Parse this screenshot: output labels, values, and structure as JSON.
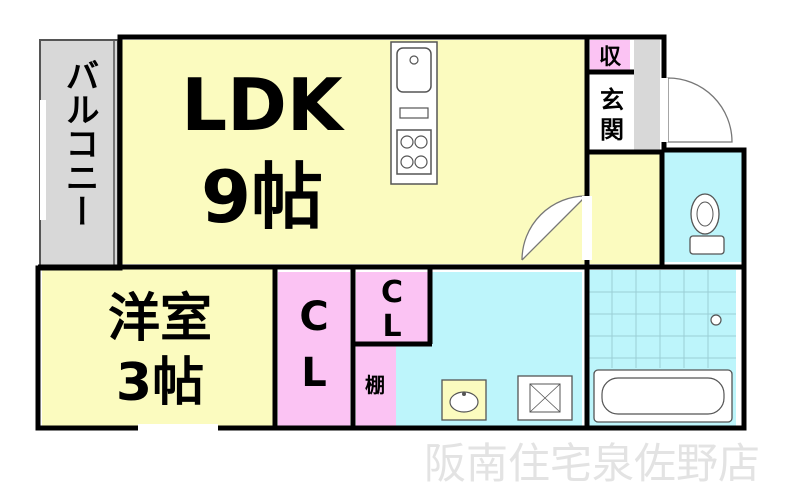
{
  "colors": {
    "ldk": "#fbfbbf",
    "western_room": "#fbfbbf",
    "closet": "#fbc3f3",
    "wet_area": "#bdf5fb",
    "balcony": "#d8d8d8",
    "wall": "#000000"
  },
  "rooms": {
    "ldk": {
      "name": "LDK",
      "size": "9帖"
    },
    "western_room": {
      "name": "洋室",
      "size": "3帖"
    },
    "balcony": {
      "name": "バルコニー"
    },
    "storage": {
      "name": "収"
    },
    "entrance": {
      "name": "玄関"
    },
    "closet_1": {
      "line1": "C",
      "line2": "L"
    },
    "closet_2": {
      "line1": "C",
      "line2": "L"
    },
    "shelf": {
      "name": "棚"
    }
  },
  "fixtures": {
    "kitchen_sink": "sink-icon",
    "stove": "stove-icon",
    "toilet": "toilet-icon",
    "washbasin": "washbasin-icon",
    "washing_machine": "washing-machine-icon",
    "bathtub": "bathtub-icon"
  },
  "watermark": "阪南住宅泉佐野店"
}
